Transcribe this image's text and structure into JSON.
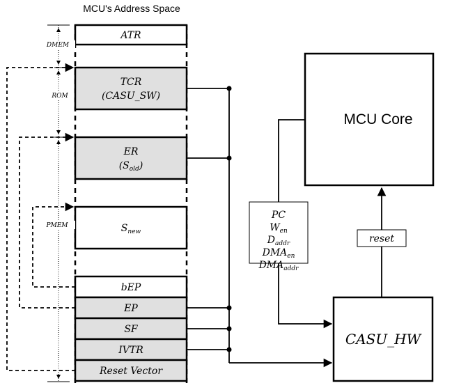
{
  "title": "MCU's Address Space",
  "region_labels": {
    "dmem": "DMEM",
    "rom": "ROM",
    "pmem": "PMEM"
  },
  "memory_blocks": {
    "atr": "ATR",
    "tcr_line1": "TCR",
    "tcr_line2": "(CASU_SW)",
    "er_line1": "ER",
    "er_line2_base": "(S",
    "er_line2_sub": "old",
    "er_line2_end": ")",
    "snew_base": "S",
    "snew_sub": "new",
    "bep": "bEP",
    "ep": "EP",
    "sf": "SF",
    "ivtr": "IVTR",
    "reset_vector": "Reset Vector"
  },
  "signals": {
    "pc": "PC",
    "wen_base": "W",
    "wen_sub": "en",
    "daddr_base": "D",
    "daddr_sub": "addr",
    "dmaen_base": "DMA",
    "dmaen_sub": "en",
    "dmaaddr_base": "DMA",
    "dmaaddr_sub": "addr"
  },
  "mcu_core": "MCU Core",
  "reset": "reset",
  "casu_hw": "CASU_HW",
  "colors": {
    "shaded_fill": "#e0e0e0",
    "line": "#000000",
    "background": "#ffffff"
  }
}
